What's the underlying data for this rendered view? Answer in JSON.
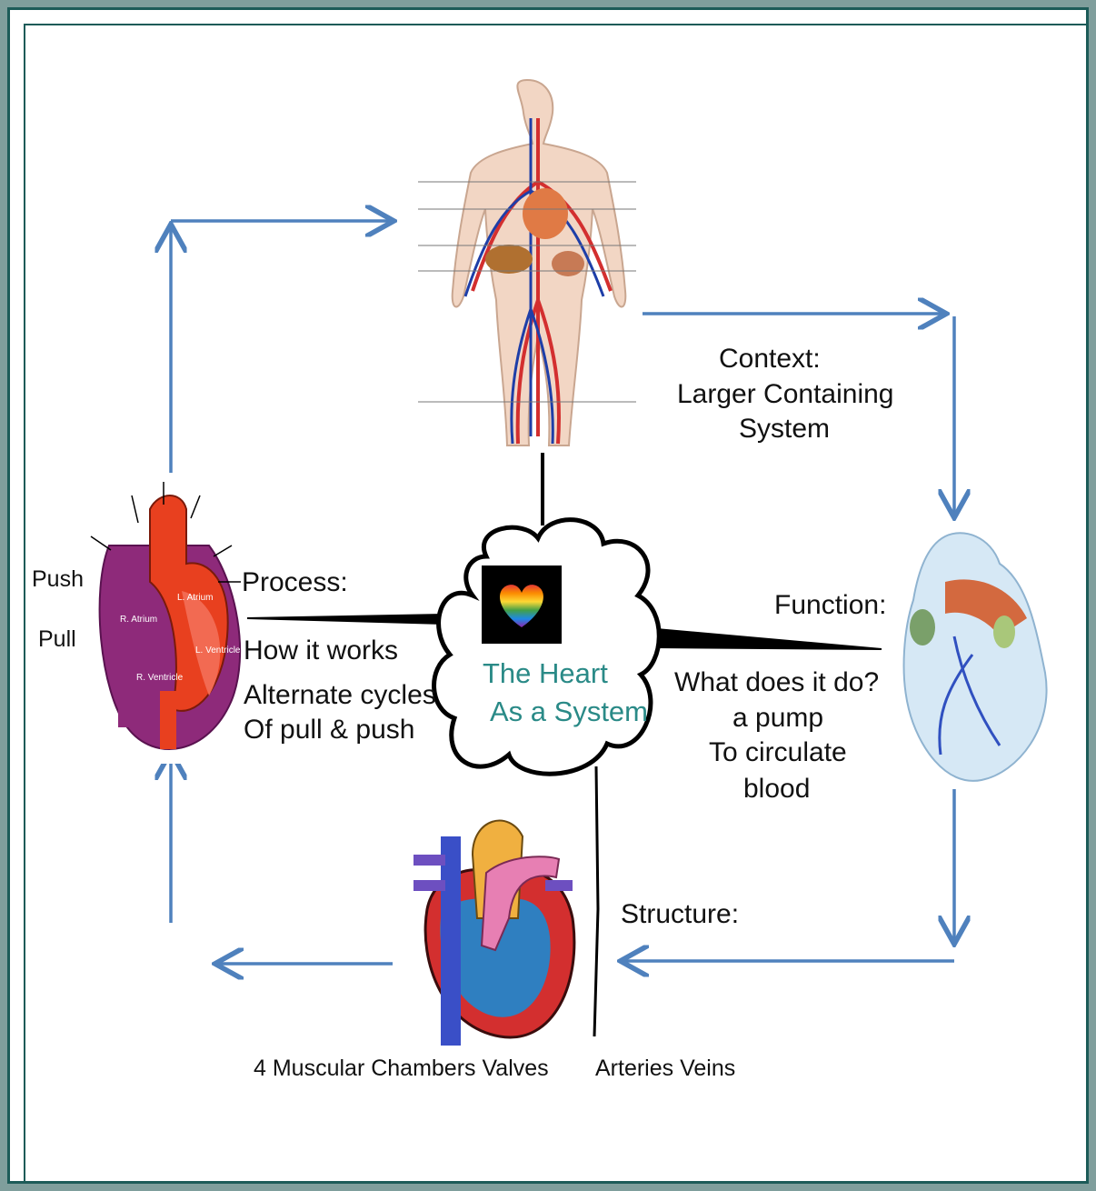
{
  "center": {
    "line1": "The Heart",
    "line2": "As a System"
  },
  "context": {
    "line1": "Context:",
    "line2": "Larger Containing",
    "line3": "System"
  },
  "function": {
    "heading": "Function:",
    "line1": "What does it do?",
    "line2": "a pump",
    "line3": "To circulate",
    "line4": "blood"
  },
  "structure": {
    "heading": "Structure:",
    "components_left": "4 Muscular Chambers  Valves",
    "components_right": "Arteries Veins"
  },
  "process": {
    "heading": "Process:",
    "line1": "How it  works",
    "line2": "Alternate cycles",
    "line3": "Of pull & push",
    "push": "Push",
    "pull": "Pull"
  },
  "heart_diagram_labels": {
    "r_atrium": "R. Atrium",
    "l_atrium": "L. Atrium",
    "l_ventricle": "L. Ventricle",
    "r_ventricle": "R. Ventricle"
  },
  "colors": {
    "arrow": "#4f81bd",
    "frame": "#1c5b58",
    "center_text": "#2a8a87"
  }
}
